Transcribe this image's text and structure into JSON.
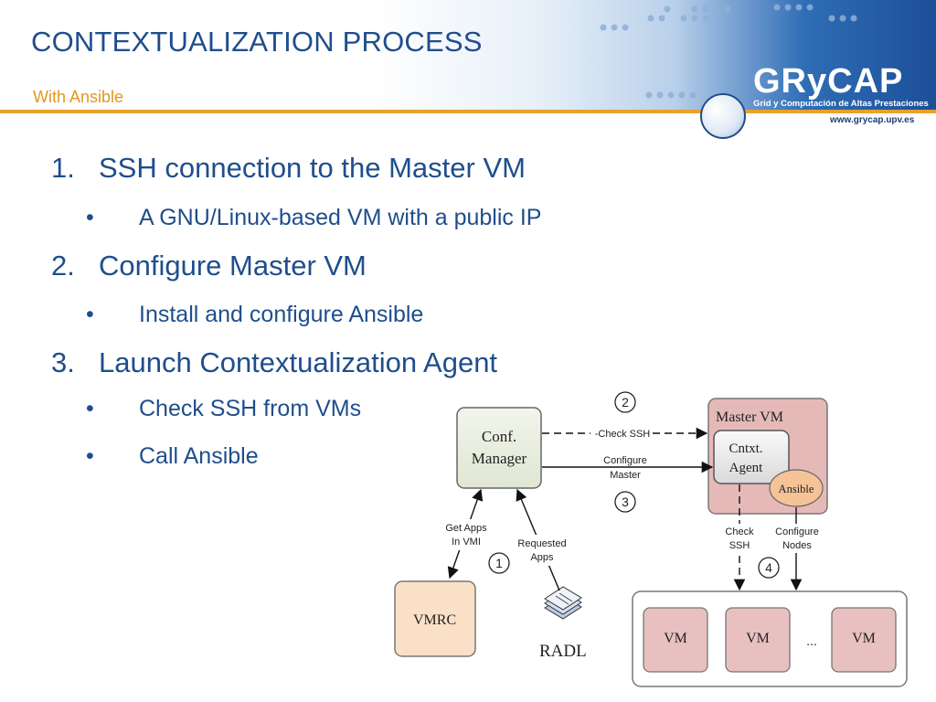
{
  "header": {
    "title": "CONTEXTUALIZATION PROCESS",
    "subtitle": "With Ansible"
  },
  "logo": {
    "name": "GRyCAP",
    "tagline": "Grid y Computación de Altas Prestaciones",
    "url": "www.grycap.upv.es"
  },
  "steps": [
    {
      "number": "1.",
      "text": "SSH connection to the Master VM",
      "bullets": [
        "A GNU/Linux-based VM with a public IP"
      ]
    },
    {
      "number": "2.",
      "text": "Configure Master VM",
      "bullets": [
        "Install and configure Ansible"
      ]
    },
    {
      "number": "3.",
      "text": "Launch Contextualization Agent",
      "bullets": [
        "Check SSH from VMs",
        "Call Ansible"
      ]
    }
  ],
  "bullet_symbol": "•",
  "diagram": {
    "conf_manager": [
      "Conf.",
      "Manager"
    ],
    "master_vm": "Master VM",
    "cntxt_agent": [
      "Cntxt.",
      "Agent"
    ],
    "ansible": "Ansible",
    "vmrc": "VMRC",
    "radl": "RADL",
    "vm_label": "VM",
    "ellipsis": "...",
    "edges": {
      "check_ssh": "-Check SSH",
      "configure_master": [
        "Configure",
        "Master"
      ],
      "get_apps": [
        "Get Apps",
        "In VMI"
      ],
      "requested_apps": [
        "Requested",
        "Apps"
      ],
      "check_ssh_vms": [
        "Check",
        "SSH"
      ],
      "configure_nodes": [
        "Configure",
        "Nodes"
      ]
    },
    "step_markers": [
      "1",
      "2",
      "3",
      "4"
    ]
  },
  "colors": {
    "title": "#1f4e8c",
    "accent": "#e3971e",
    "conf_manager_fill": "#e4ead9",
    "master_fill": "#e7b8b8",
    "vmrc_fill": "#fbe0c8",
    "ansible_fill": "#f6c496",
    "vm_fill": "#e9c0c0"
  }
}
